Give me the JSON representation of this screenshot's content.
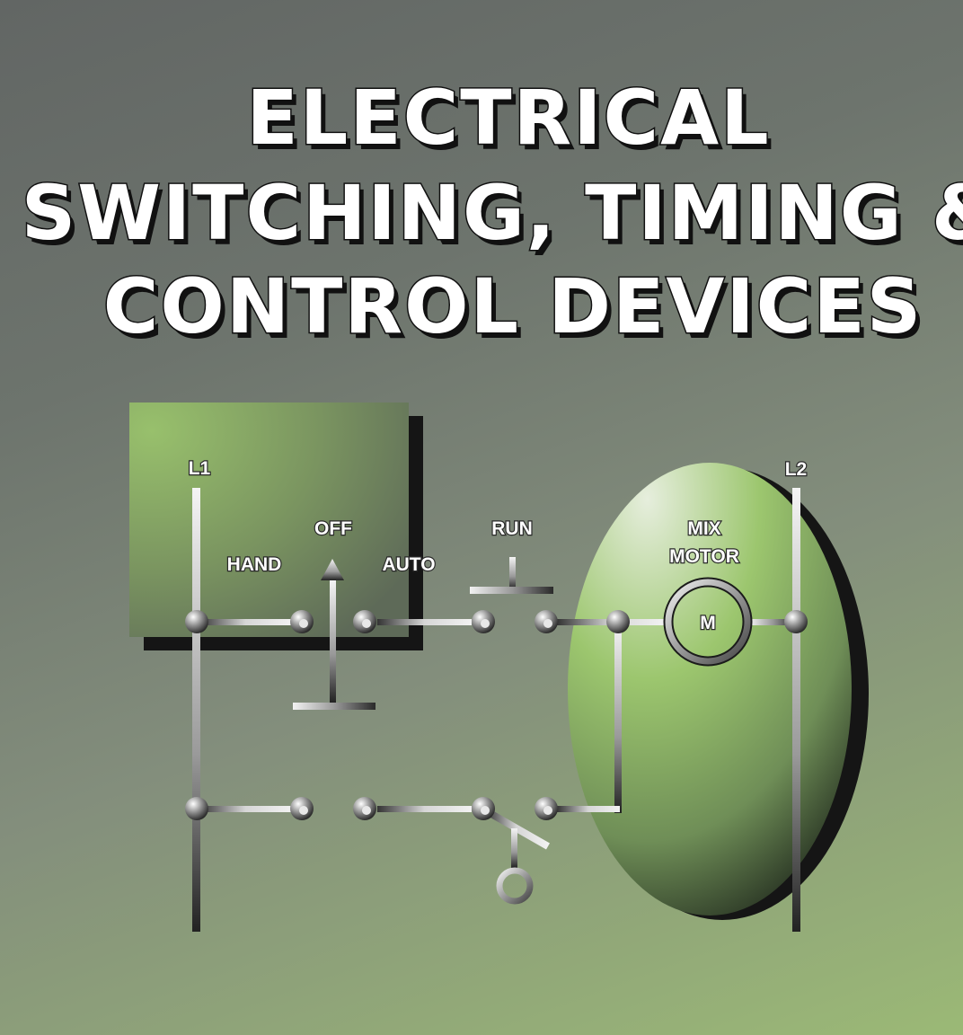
{
  "title": {
    "line1": "ELECTRICAL",
    "line2": "SWITCHING, TIMING &",
    "line3": "CONTROL  DEVICES"
  },
  "labels": {
    "l1": "L1",
    "l2": "L2",
    "hand": "HAND",
    "off": "OFF",
    "auto": "AUTO",
    "run": "RUN",
    "mix_line1": "MIX",
    "mix_line2": "MOTOR",
    "motor": "M"
  },
  "colors": {
    "background_dark": "#626664",
    "background_light": "#9bb976",
    "panel_green": "#98bf6e",
    "text": "#ffffff",
    "outline": "#111111"
  }
}
